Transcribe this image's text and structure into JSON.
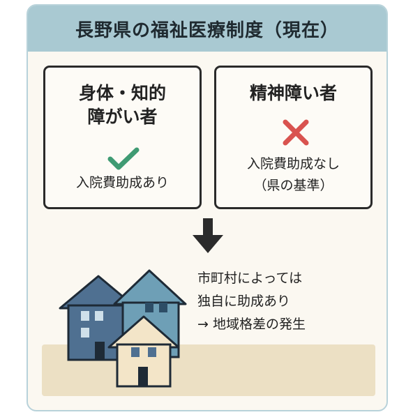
{
  "header": {
    "title": "長野県の福祉医療制度（現在）"
  },
  "left_box": {
    "title_line1": "身体・知的",
    "title_line2": "障がい者",
    "status_icon": "check-icon",
    "status_color": "#3f9b73",
    "text": "入院費助成あり"
  },
  "right_box": {
    "title": "精神障い者",
    "status_icon": "cross-icon",
    "status_color": "#d9534f",
    "text_line1": "入院費助成なし",
    "text_line2": "（県の基準）"
  },
  "arrow_icon": "down-arrow-icon",
  "note": {
    "line1": "市町村によっては",
    "line2": "独自に助成あり",
    "line3": "→ 地域格差の発生"
  },
  "illustration": {
    "icon": "houses-icon",
    "colors": [
      "#4f7091",
      "#6e9fb6",
      "#f3e5c8"
    ]
  }
}
